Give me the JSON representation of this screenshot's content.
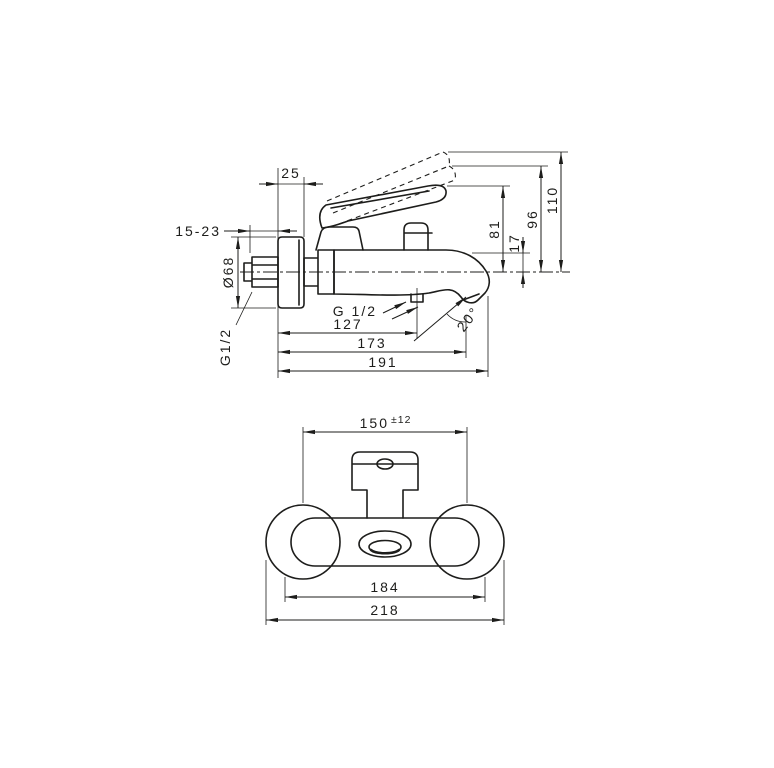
{
  "drawing": {
    "background": "#ffffff",
    "line_color": "#1d1d1b",
    "description": "Wall-mounted single-lever bath mixer dimensional drawing, side view and front view"
  },
  "side_view": {
    "labels": {
      "dim_25": "25",
      "dim_15_23": "15-23",
      "dim_dia68": "Ø68",
      "thread_left": "G1/2",
      "thread_inlet": "G 1/2",
      "dim_81": "81",
      "dim_17": "17",
      "dim_96": "96",
      "dim_110": "110",
      "dim_127": "127",
      "dim_173": "173",
      "dim_191": "191",
      "angle_20": "20°"
    }
  },
  "front_view": {
    "labels": {
      "dim_150": "150",
      "dim_150_tol": "±12",
      "dim_184": "184",
      "dim_218": "218"
    }
  }
}
